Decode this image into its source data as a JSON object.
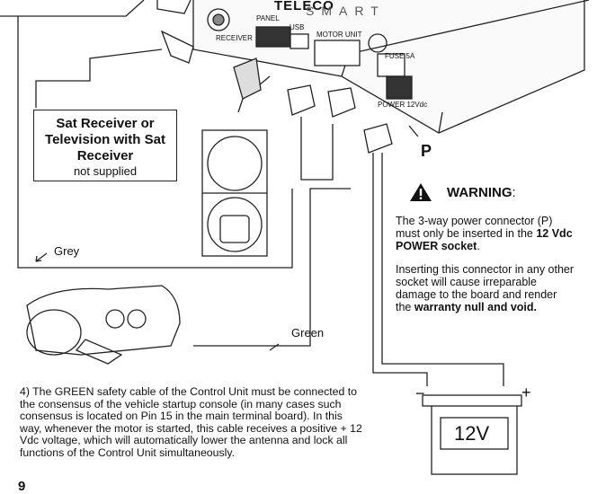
{
  "device": {
    "brand": "TELECO",
    "series": "SMART",
    "ports": {
      "receiver": "RECEIVER",
      "panel": "PANEL",
      "usb": "USB",
      "motor_unit": "MOTOR UNIT",
      "fuse": "FUSE 5A",
      "power": "POWER 12Vdc"
    }
  },
  "connector_label": "P",
  "sat_box": {
    "title": "Sat Receiver or\nTelevision with Sat\nReceiver",
    "subtitle": "not supplied"
  },
  "cables": {
    "grey": "Grey",
    "green": "Green"
  },
  "warning": {
    "title": "WARNING",
    "title_suffix": ":",
    "p1_pre": "The 3-way power connector (P) must only be inserted in the ",
    "p1_bold": "12 Vdc POWER socket",
    "p1_post": ".",
    "p2_pre": "Inserting this connector in any other socket will cause irreparable damage to the board and render the ",
    "p2_bold": "warranty null and void."
  },
  "step4": {
    "text": "4)  The GREEN safety cable of the Control Unit must be connected to the consensus of the vehicle startup console (in many cases such consensus is located on Pin 15 in the main terminal board). In this way, whenever the motor is started, this cable receives a positive + 12 Vdc voltage, which will automatically lower the antenna and lock all functions of the Control Unit simultaneously."
  },
  "battery": {
    "label": "12V",
    "minus": "−",
    "plus": "+"
  },
  "page_number": "9"
}
